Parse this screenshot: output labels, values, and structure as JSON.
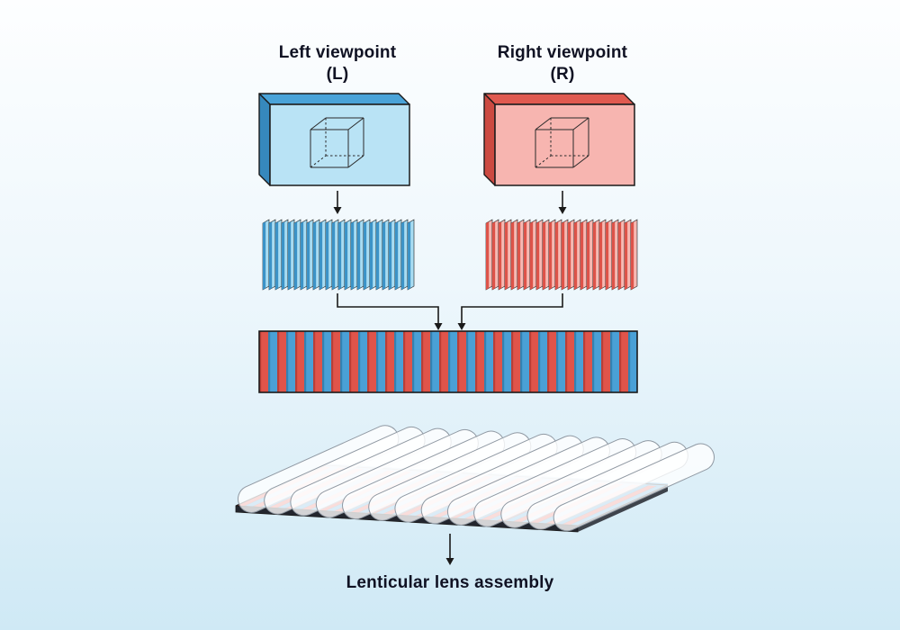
{
  "labels": {
    "left_title": "Left viewpoint",
    "left_sub": "(L)",
    "right_title": "Right viewpoint",
    "right_sub": "(R)",
    "caption": "Lenticular lens assembly"
  },
  "colors": {
    "background_top": "#fdfeff",
    "background_mid": "#eef7fc",
    "background_bottom": "#cfe9f5",
    "text": "#101223",
    "outline": "#1a1a1a",
    "left_face": "#b9e3f5",
    "left_side": "#4aa3d8",
    "left_side_dark": "#3688bd",
    "left_slat_light": "#a8dcf2",
    "left_slat_dark": "#3c93c7",
    "right_face": "#f7b5b0",
    "right_side": "#e05a50",
    "right_side_dark": "#cc4a41",
    "right_slat_light": "#f7b9b3",
    "right_slat_dark": "#dd5349",
    "stripe_red": "#e0544a",
    "stripe_red_dark": "#b23c35",
    "stripe_blue": "#4aa0d6",
    "stripe_blue_dark": "#2f7cab",
    "slab_edge": "#23262e",
    "slab_back_edge": "#4aa0d6",
    "lens_fill": "rgba(255,255,255,0.8)",
    "lens_stroke": "#9099a3",
    "cube_line": "#2a2a2a"
  },
  "diagram": {
    "slat_count": 24,
    "interleave_stripes": 42,
    "lens_count": 13
  }
}
